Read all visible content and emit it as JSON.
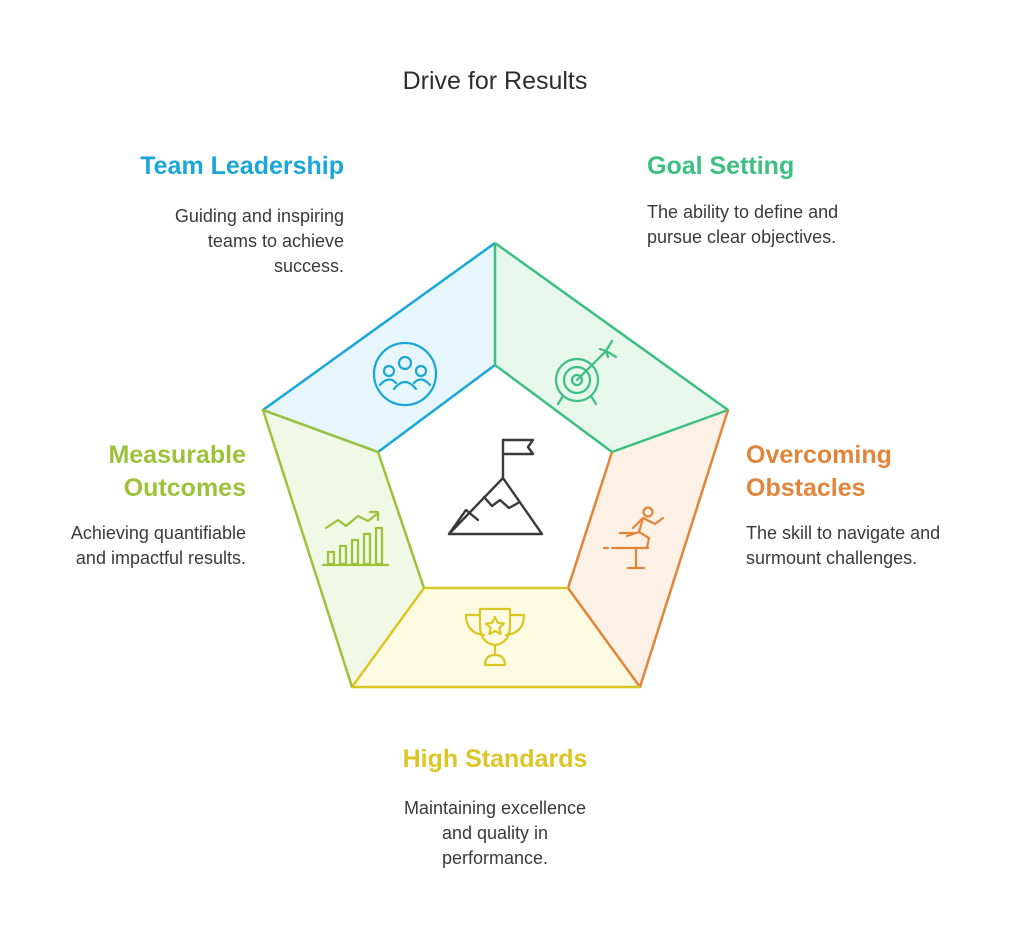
{
  "title": "Drive for Results",
  "center_icon": "mountain-flag-icon",
  "segments": [
    {
      "key": "team_leadership",
      "heading": "Team Leadership",
      "description": [
        "Guiding and inspiring",
        "teams to achieve",
        "success."
      ],
      "icon": "team-icon",
      "color": "#1aa6d6",
      "fill": "#e6f6fc"
    },
    {
      "key": "goal_setting",
      "heading": "Goal Setting",
      "description": [
        "The ability to define and",
        "pursue clear objectives."
      ],
      "icon": "target-icon",
      "color": "#3dbf7f",
      "fill": "#e8f7ee"
    },
    {
      "key": "overcoming_obstacles",
      "heading": [
        "Overcoming",
        "Obstacles"
      ],
      "description": [
        "The skill to navigate and",
        "surmount challenges."
      ],
      "icon": "hurdle-runner-icon",
      "color": "#e0853a",
      "fill": "#fdf0e4"
    },
    {
      "key": "high_standards",
      "heading": "High Standards",
      "description": [
        "Maintaining excellence",
        "and quality in",
        "performance."
      ],
      "icon": "trophy-icon",
      "color": "#dcc626",
      "fill": "#fcfbe2"
    },
    {
      "key": "measurable_outcomes",
      "heading": [
        "Measurable",
        "Outcomes"
      ],
      "description": [
        "Achieving quantifiable",
        "and impactful results."
      ],
      "icon": "growth-chart-icon",
      "color": "#9cc23a",
      "fill": "#f2f8e6"
    }
  ]
}
